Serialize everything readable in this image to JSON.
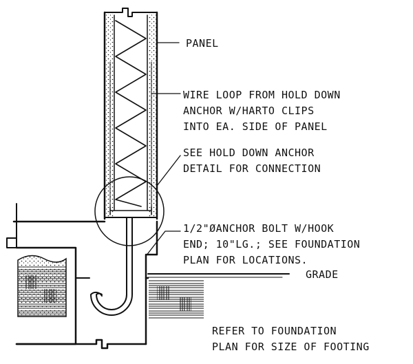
{
  "labels": {
    "panel": "PANEL",
    "wire_loop": [
      "WIRE LOOP FROM HOLD DOWN",
      "ANCHOR W/HARTO CLIPS",
      "INTO EA. SIDE OF PANEL"
    ],
    "hold_down": [
      "SEE HOLD DOWN ANCHOR",
      "DETAIL FOR CONNECTION"
    ],
    "anchor_bolt": [
      "1/2\"ØANCHOR BOLT W/HOOK",
      "END; 10\"LG.; SEE FOUNDATION",
      "PLAN FOR LOCATIONS."
    ],
    "grade": "GRADE",
    "refer": [
      "REFER TO FOUNDATION",
      "PLAN FOR SIZE OF FOOTING"
    ]
  }
}
